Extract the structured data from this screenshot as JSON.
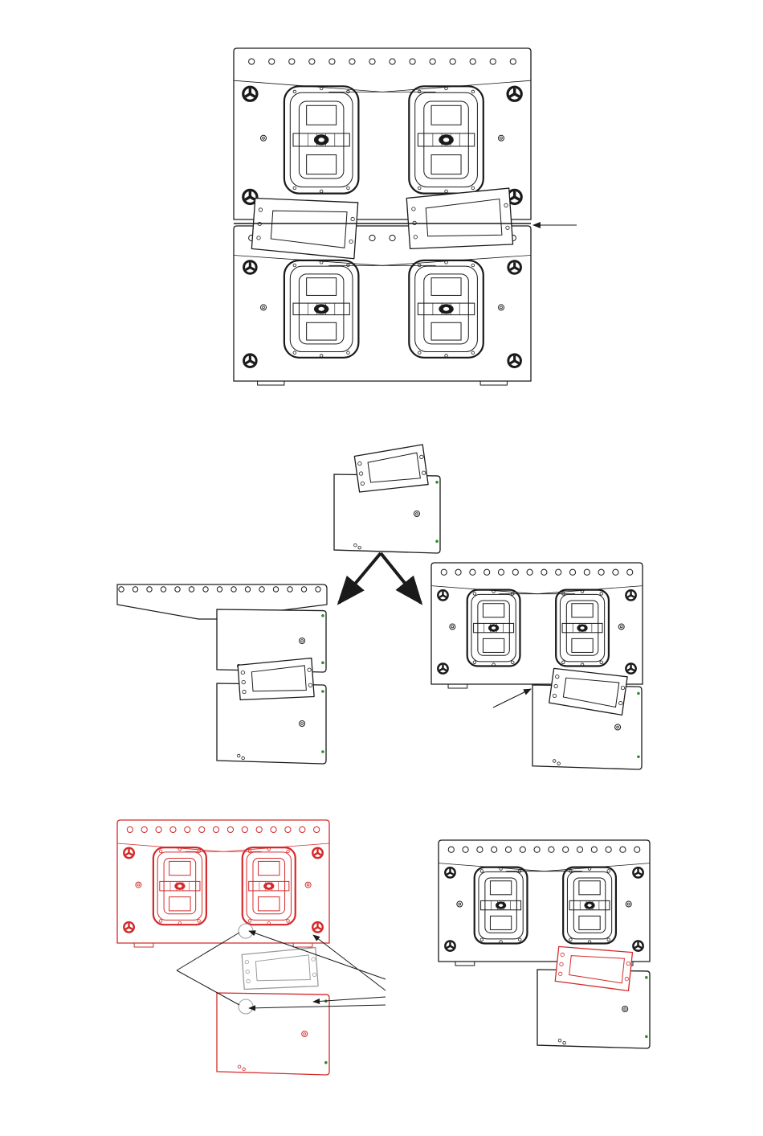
{
  "page": {
    "title": "",
    "labels": []
  },
  "figures": [
    {
      "name": "stacked-cabinets-front-view",
      "description_shown": false
    },
    {
      "name": "bracket-attach-options",
      "description_shown": false
    },
    {
      "name": "pin-alignment-detail",
      "description_shown": false
    }
  ],
  "colors": {
    "line": "#1a1a1a",
    "highlight": "#d42a2a",
    "fill": "#ffffff",
    "dot": "#2e8b2e"
  },
  "icons": [
    "arrow-icon",
    "down-left-arrow-icon",
    "down-right-arrow-icon"
  ]
}
